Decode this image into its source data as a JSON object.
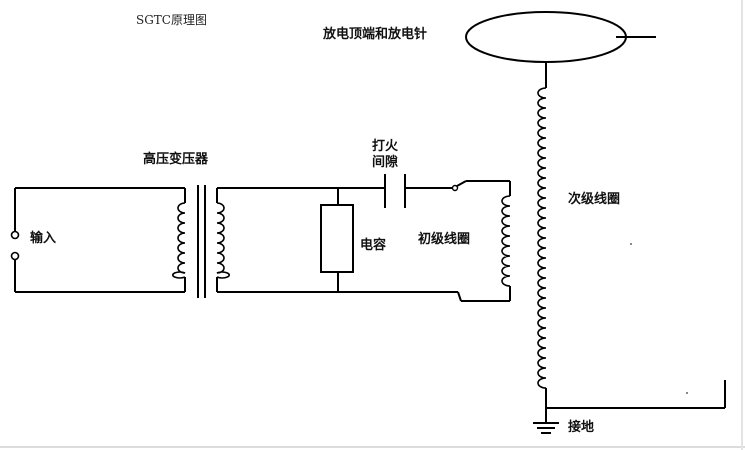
{
  "title": "SGTC原理图",
  "labels": {
    "top_terminal": "放电顶端和放电针",
    "hv_transformer": "高压变压器",
    "spark_gap": [
      "打火",
      "间隙"
    ],
    "capacitor": "电容",
    "primary_coil": "初级线圈",
    "secondary_coil": "次级线圈",
    "input": "输入",
    "ground": "接地"
  }
}
